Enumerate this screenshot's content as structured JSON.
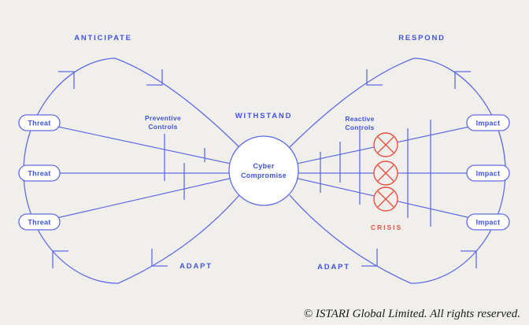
{
  "diagram": {
    "phases": {
      "anticipate": "ANTICIPATE",
      "respond": "RESPOND",
      "withstand": "WITHSTAND",
      "adapt_left": "ADAPT",
      "adapt_right": "ADAPT"
    },
    "controls": {
      "preventive": {
        "line1": "Preventive",
        "line2": "Controls"
      },
      "reactive": {
        "line1": "Reactive",
        "line2": "Controls"
      }
    },
    "center_node": {
      "line1": "Cyber",
      "line2": "Compromise"
    },
    "threat_nodes": [
      "Threat",
      "Threat",
      "Threat"
    ],
    "impact_nodes": [
      "Impact",
      "Impact",
      "Impact"
    ],
    "crisis_label": "CRISIS",
    "crisis_marker_icon": "circled-x-icon"
  },
  "footer": {
    "copyright": "© ISTARI Global Limited. All rights reserved."
  },
  "colors": {
    "line-blue": "#5F6BE4",
    "text-blue": "#4153DD",
    "crisis-red": "#E95143",
    "page-bg": "#F0EFEB",
    "node-fill": "#FFFFFF",
    "copyright-color": "#1B1B1B"
  }
}
